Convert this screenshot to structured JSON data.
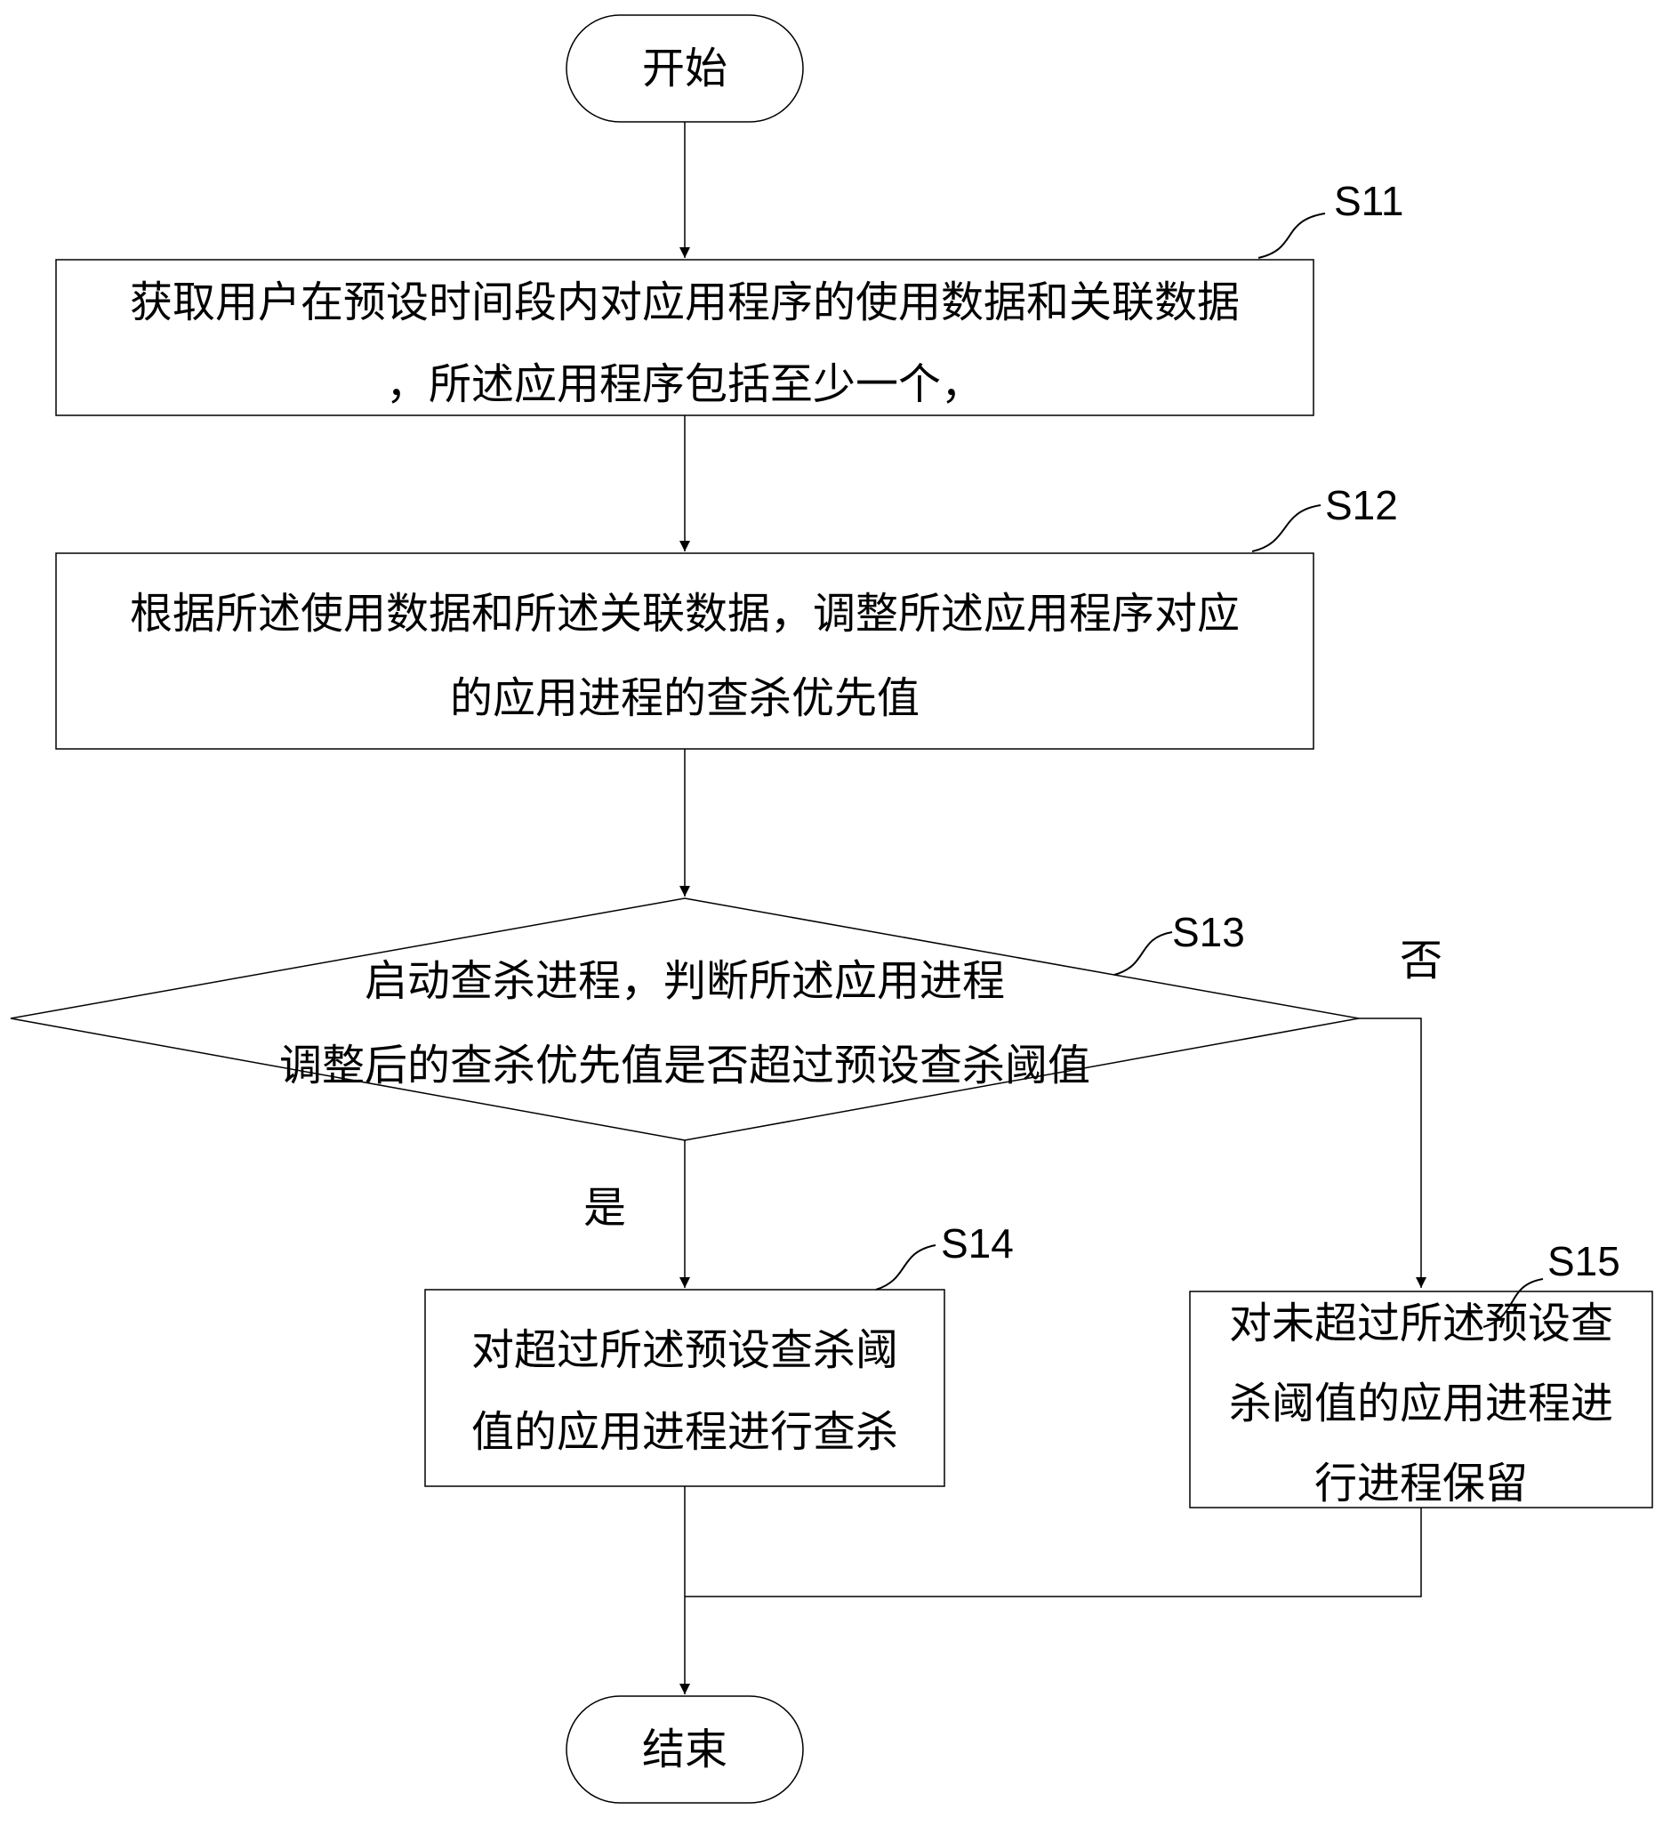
{
  "nodes": {
    "start": {
      "text": "开始"
    },
    "s11": {
      "step": "S11",
      "lines": [
        "获取用户在预设时间段内对应用程序的使用数据和关联数据",
        "，所述应用程序包括至少一个，"
      ]
    },
    "s12": {
      "step": "S12",
      "lines": [
        "根据所述使用数据和所述关联数据，调整所述应用程序对应",
        "的应用进程的查杀优先值"
      ]
    },
    "s13": {
      "step": "S13",
      "lines": [
        "启动查杀进程，判断所述应用进程",
        "调整后的查杀优先值是否超过预设查杀阈值"
      ]
    },
    "s14": {
      "step": "S14",
      "lines": [
        "对超过所述预设查杀阈",
        "值的应用进程进行查杀"
      ]
    },
    "s15": {
      "step": "S15",
      "lines": [
        "对未超过所述预设查",
        "杀阈值的应用进程进",
        "行进程保留"
      ]
    },
    "end": {
      "text": "结束"
    }
  },
  "branches": {
    "yes": "是",
    "no": "否"
  }
}
